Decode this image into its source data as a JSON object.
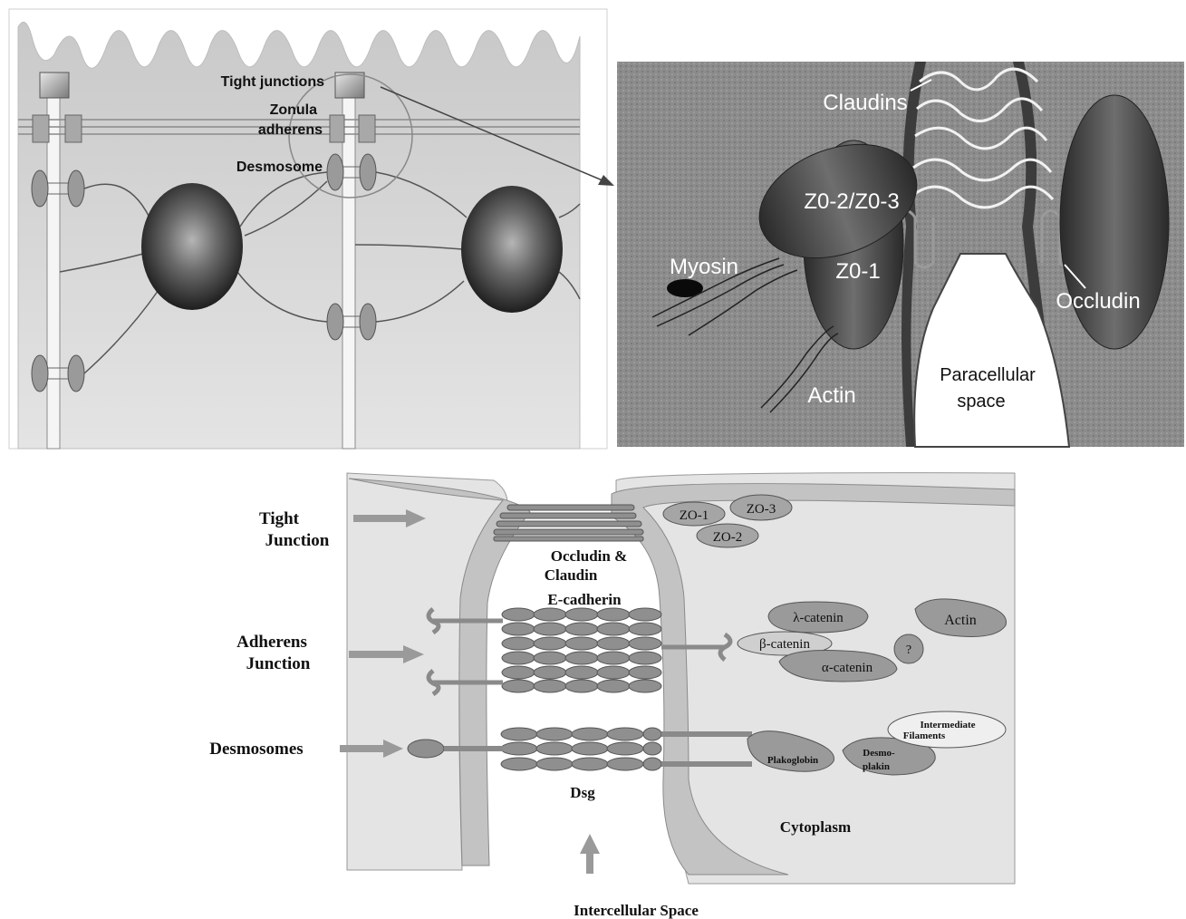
{
  "panel_a": {
    "labels": {
      "tight_junctions": "Tight junctions",
      "zonula_line1": "Zonula",
      "zonula_line2": "adherens",
      "desmosome": "Desmosome"
    }
  },
  "panel_b": {
    "labels": {
      "claudins": "Claudins",
      "zo2_zo3": "Z0-2/Z0-3",
      "zo1": "Z0-1",
      "myosin": "Myosin",
      "occludin": "Occludin",
      "actin": "Actin",
      "paracellular_line1": "Paracellular",
      "paracellular_line2": "space"
    }
  },
  "panel_c": {
    "labels": {
      "tight_line1": "Tight",
      "tight_line2": "Junction",
      "adherens_line1": "Adherens",
      "adherens_line2": "Junction",
      "desmosomes": "Desmosomes",
      "occludin_claudin_line1": "Occludin &",
      "occludin_claudin_line2": "Claudin",
      "e_cadherin": "E-cadherin",
      "zo1": "ZO-1",
      "zo3": "ZO-3",
      "zo2": "ZO-2",
      "lambda_catenin": "λ-catenin",
      "beta_catenin": "β-catenin",
      "alpha_catenin": "α-catenin",
      "question": "?",
      "actin": "Actin",
      "intermediate_line1": "Intermediate",
      "intermediate_line2": "Filaments",
      "plakoglobin": "Plakoglobin",
      "desmoplakin_line1": "Desmo-",
      "desmoplakin_line2": "plakin",
      "dsg": "Dsg",
      "cytoplasm": "Cytoplasm",
      "intercellular_space": "Intercellular Space"
    }
  },
  "colors": {
    "cell_fill": "#d9d9d9",
    "membrane": "#a9a9a9",
    "protein": "#8f8f8f",
    "nucleus": "#3a3a3a",
    "em_background": "#8a8a8a",
    "cytoplasm_light": "#e6e6e6"
  }
}
